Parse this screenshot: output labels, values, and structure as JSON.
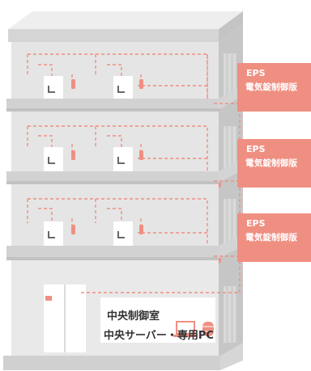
{
  "floors": [
    {
      "panel": {
        "title": "EPS",
        "subtitle": "電気錠制御版"
      }
    },
    {
      "panel": {
        "title": "EPS",
        "subtitle": "電気錠制御版"
      }
    },
    {
      "panel": {
        "title": "EPS",
        "subtitle": "電気錠制御版"
      }
    }
  ],
  "ground": {
    "control_room": "中央制御室",
    "server_label": "中央サーバー・専用PC"
  },
  "colors": {
    "wiring": "#ef8f82",
    "panel_bg": "#ef8f82",
    "wall": "#e4e4e4",
    "slab": "#d2d2d2",
    "side": "#c9c9c9",
    "door": "#ffffff"
  },
  "icons": [
    "door-lock-icon",
    "card-reader-icon",
    "laptop-icon",
    "database-icon"
  ]
}
